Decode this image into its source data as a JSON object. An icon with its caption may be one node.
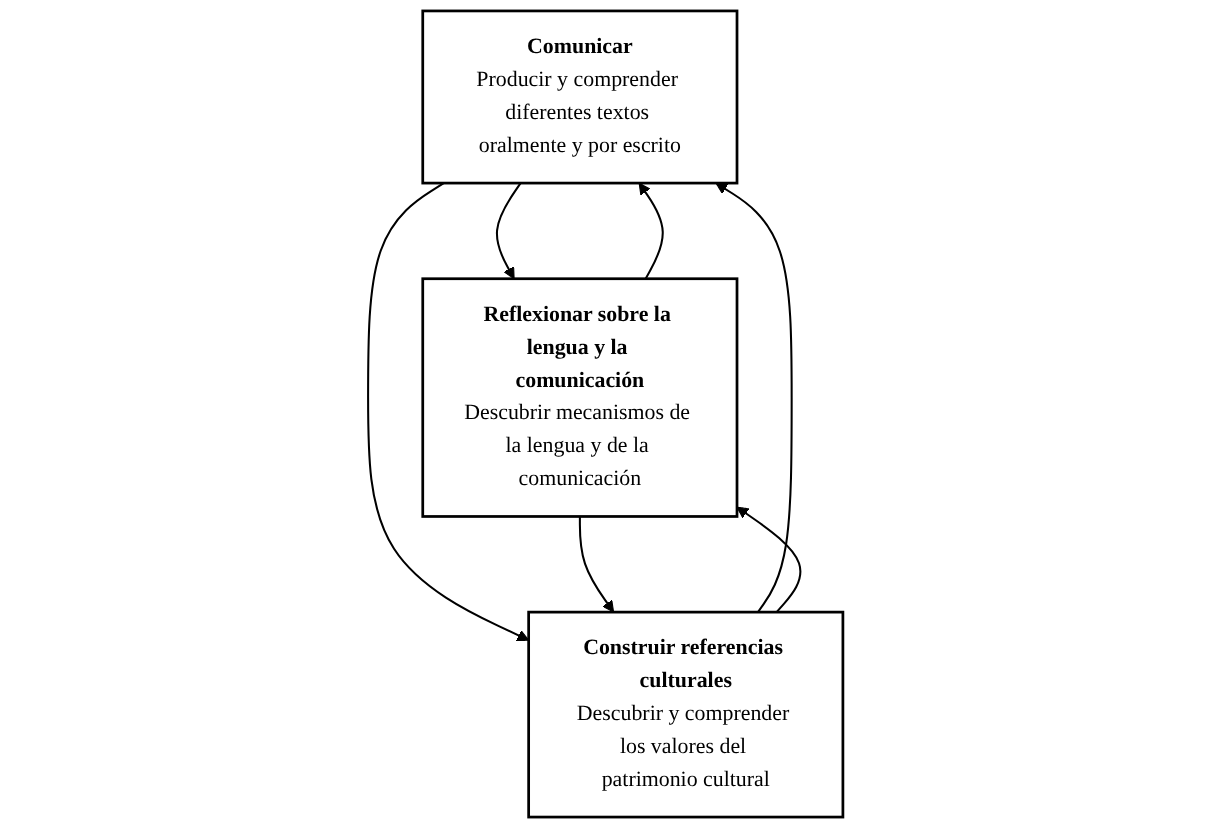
{
  "diagram": {
    "nodes": [
      {
        "text": [
          "Comunicar",
          "Producir y comprender diferentes textos oralmente y por escrito"
        ]
      },
      {
        "text": [
          "Reflexionar sobre la lengua y la comunicación",
          "Descubrir mecanismos de la lengua y de la comunicación"
        ]
      },
      {
        "text": [
          "Construir referencias culturales",
          "Descubrir y comprender los valores del patrimonio cultural"
        ]
      }
    ],
    "edges": [
      {
        "from": 1,
        "to": 0,
        "arrow": "to"
      },
      {
        "from": 0,
        "to": 1,
        "arrow": "to"
      },
      {
        "from": 2,
        "to": 0,
        "arrow": "to"
      },
      {
        "from": 0,
        "to": 2,
        "arrow": "to"
      },
      {
        "from": 1,
        "to": 2,
        "arrow": "to"
      },
      {
        "from": 2,
        "to": 1,
        "arrow": "to"
      }
    ]
  }
}
